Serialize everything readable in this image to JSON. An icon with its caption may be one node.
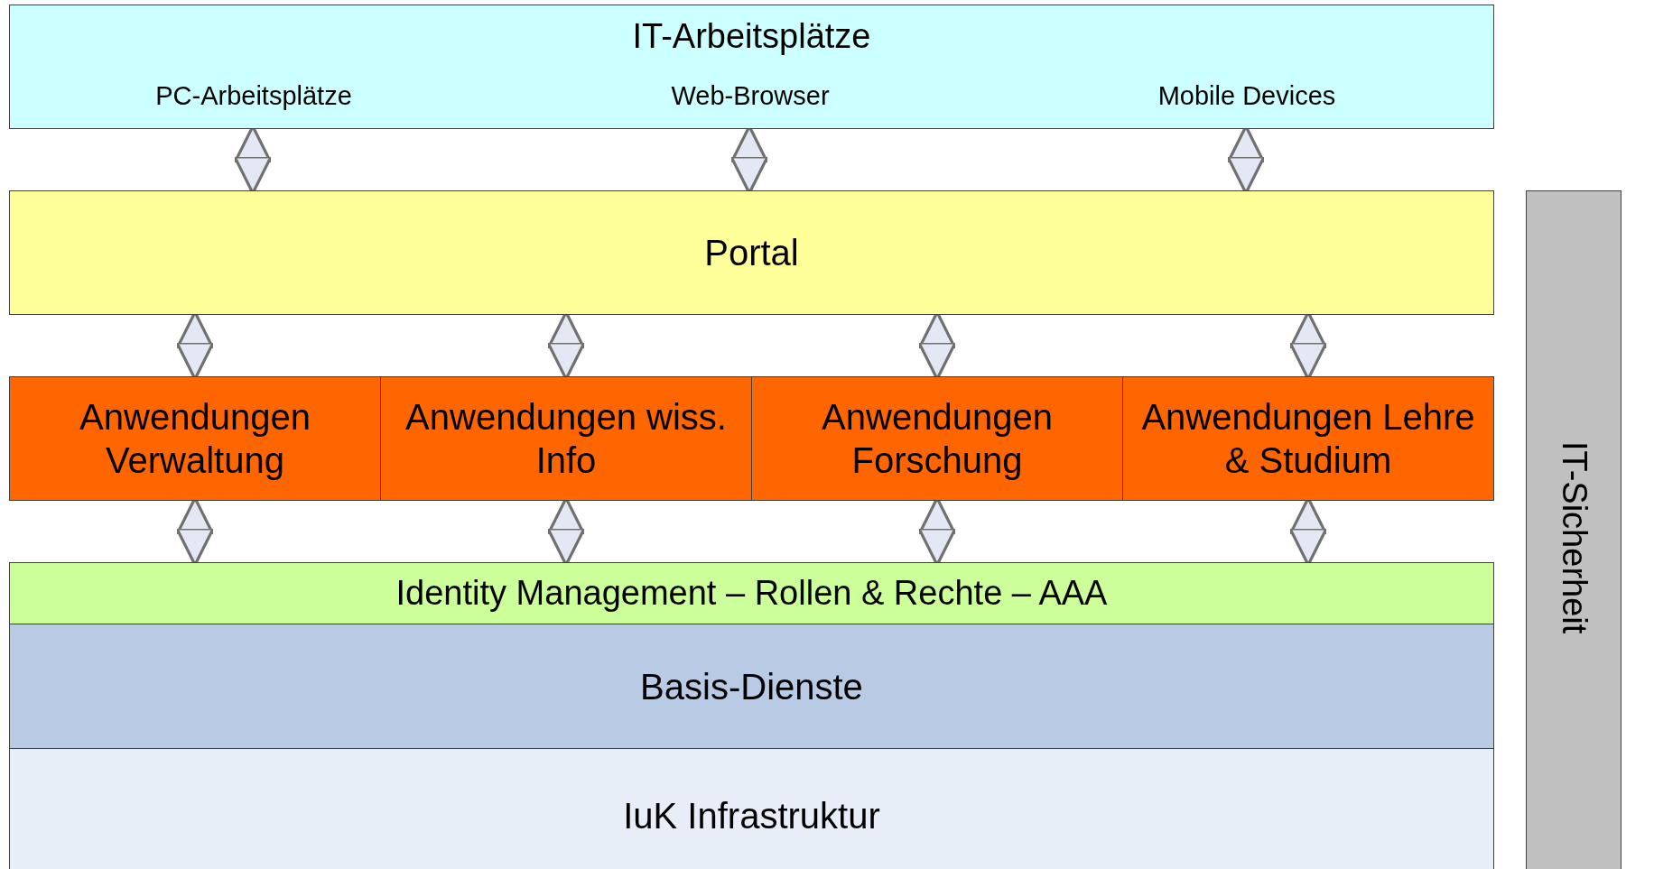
{
  "diagram": {
    "nodes": [
      {
        "text": [
          "IT-Arbeitsplätze"
        ]
      },
      {
        "text": [
          "PC-Arbeitsplätze"
        ],
        "in": 0
      },
      {
        "text": [
          "Web-Browser"
        ],
        "in": 0
      },
      {
        "text": [
          "Mobile Devices"
        ],
        "in": 0
      },
      {
        "text": [
          "Portal"
        ]
      },
      {
        "text": [
          "Anwendungen Verwaltung"
        ]
      },
      {
        "text": [
          "Anwendungen wiss. Info"
        ]
      },
      {
        "text": [
          "Anwendungen Forschung"
        ]
      },
      {
        "text": [
          "Anwendungen Lehre & Studium"
        ]
      },
      {
        "text": [
          "Identity Management – Rollen & Rechte – AAA"
        ]
      },
      {
        "text": [
          "Basis-Dienste"
        ]
      },
      {
        "text": [
          "IuK Infrastruktur"
        ]
      },
      {
        "text": [
          "IT-Sicherheit"
        ]
      }
    ],
    "edges": [
      {
        "from": 1,
        "to": 4,
        "arrow": "both"
      },
      {
        "from": 2,
        "to": 4,
        "arrow": "both"
      },
      {
        "from": 3,
        "to": 4,
        "arrow": "both"
      },
      {
        "from": 4,
        "to": 5,
        "arrow": "both"
      },
      {
        "from": 4,
        "to": 6,
        "arrow": "both"
      },
      {
        "from": 4,
        "to": 7,
        "arrow": "both"
      },
      {
        "from": 4,
        "to": 8,
        "arrow": "both"
      },
      {
        "from": 5,
        "to": 9,
        "arrow": "both"
      },
      {
        "from": 6,
        "to": 9,
        "arrow": "both"
      },
      {
        "from": 7,
        "to": 9,
        "arrow": "both"
      },
      {
        "from": 8,
        "to": 9,
        "arrow": "both"
      }
    ]
  }
}
